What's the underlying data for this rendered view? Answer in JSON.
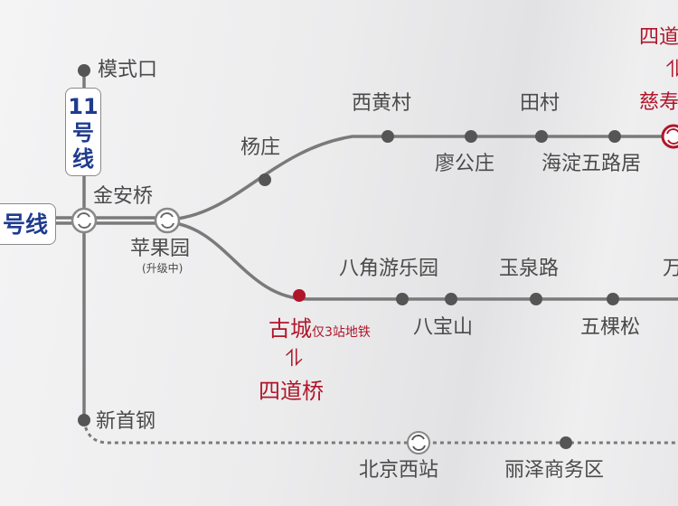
{
  "line11": {
    "num": "11",
    "chars": [
      "号",
      "线"
    ]
  },
  "line1_label": "号线",
  "stations": {
    "moshikou": "模式口",
    "jinanqiao": "金安桥",
    "pingguoyuan": "苹果园",
    "pingguoyuan_note": "(升级中)",
    "yangzhuang": "杨庄",
    "xihuangcun": "西黄村",
    "liaogongzhuang": "廖公庄",
    "tiancun": "田村",
    "haidianwulu": "海淀五路居",
    "cishousi": "慈寿寺",
    "sidaoqiao_top": "四道桥",
    "gucheng": "古城",
    "gucheng_note": "仅3站地铁",
    "sidaoqiao": "四道桥",
    "bajiao": "八角游乐园",
    "babaoshan": "八宝山",
    "yuquanlu": "玉泉路",
    "wukesong": "五棵松",
    "wanshoulu": "万",
    "xinshougang": "新首钢",
    "beijingxi": "北京西站",
    "lize": "丽泽商务区"
  },
  "arrow_symbol": "⥮",
  "colors": {
    "line": "#777777",
    "dot": "#555555",
    "accent": "#b0162a",
    "brand": "#1f3b8f"
  }
}
